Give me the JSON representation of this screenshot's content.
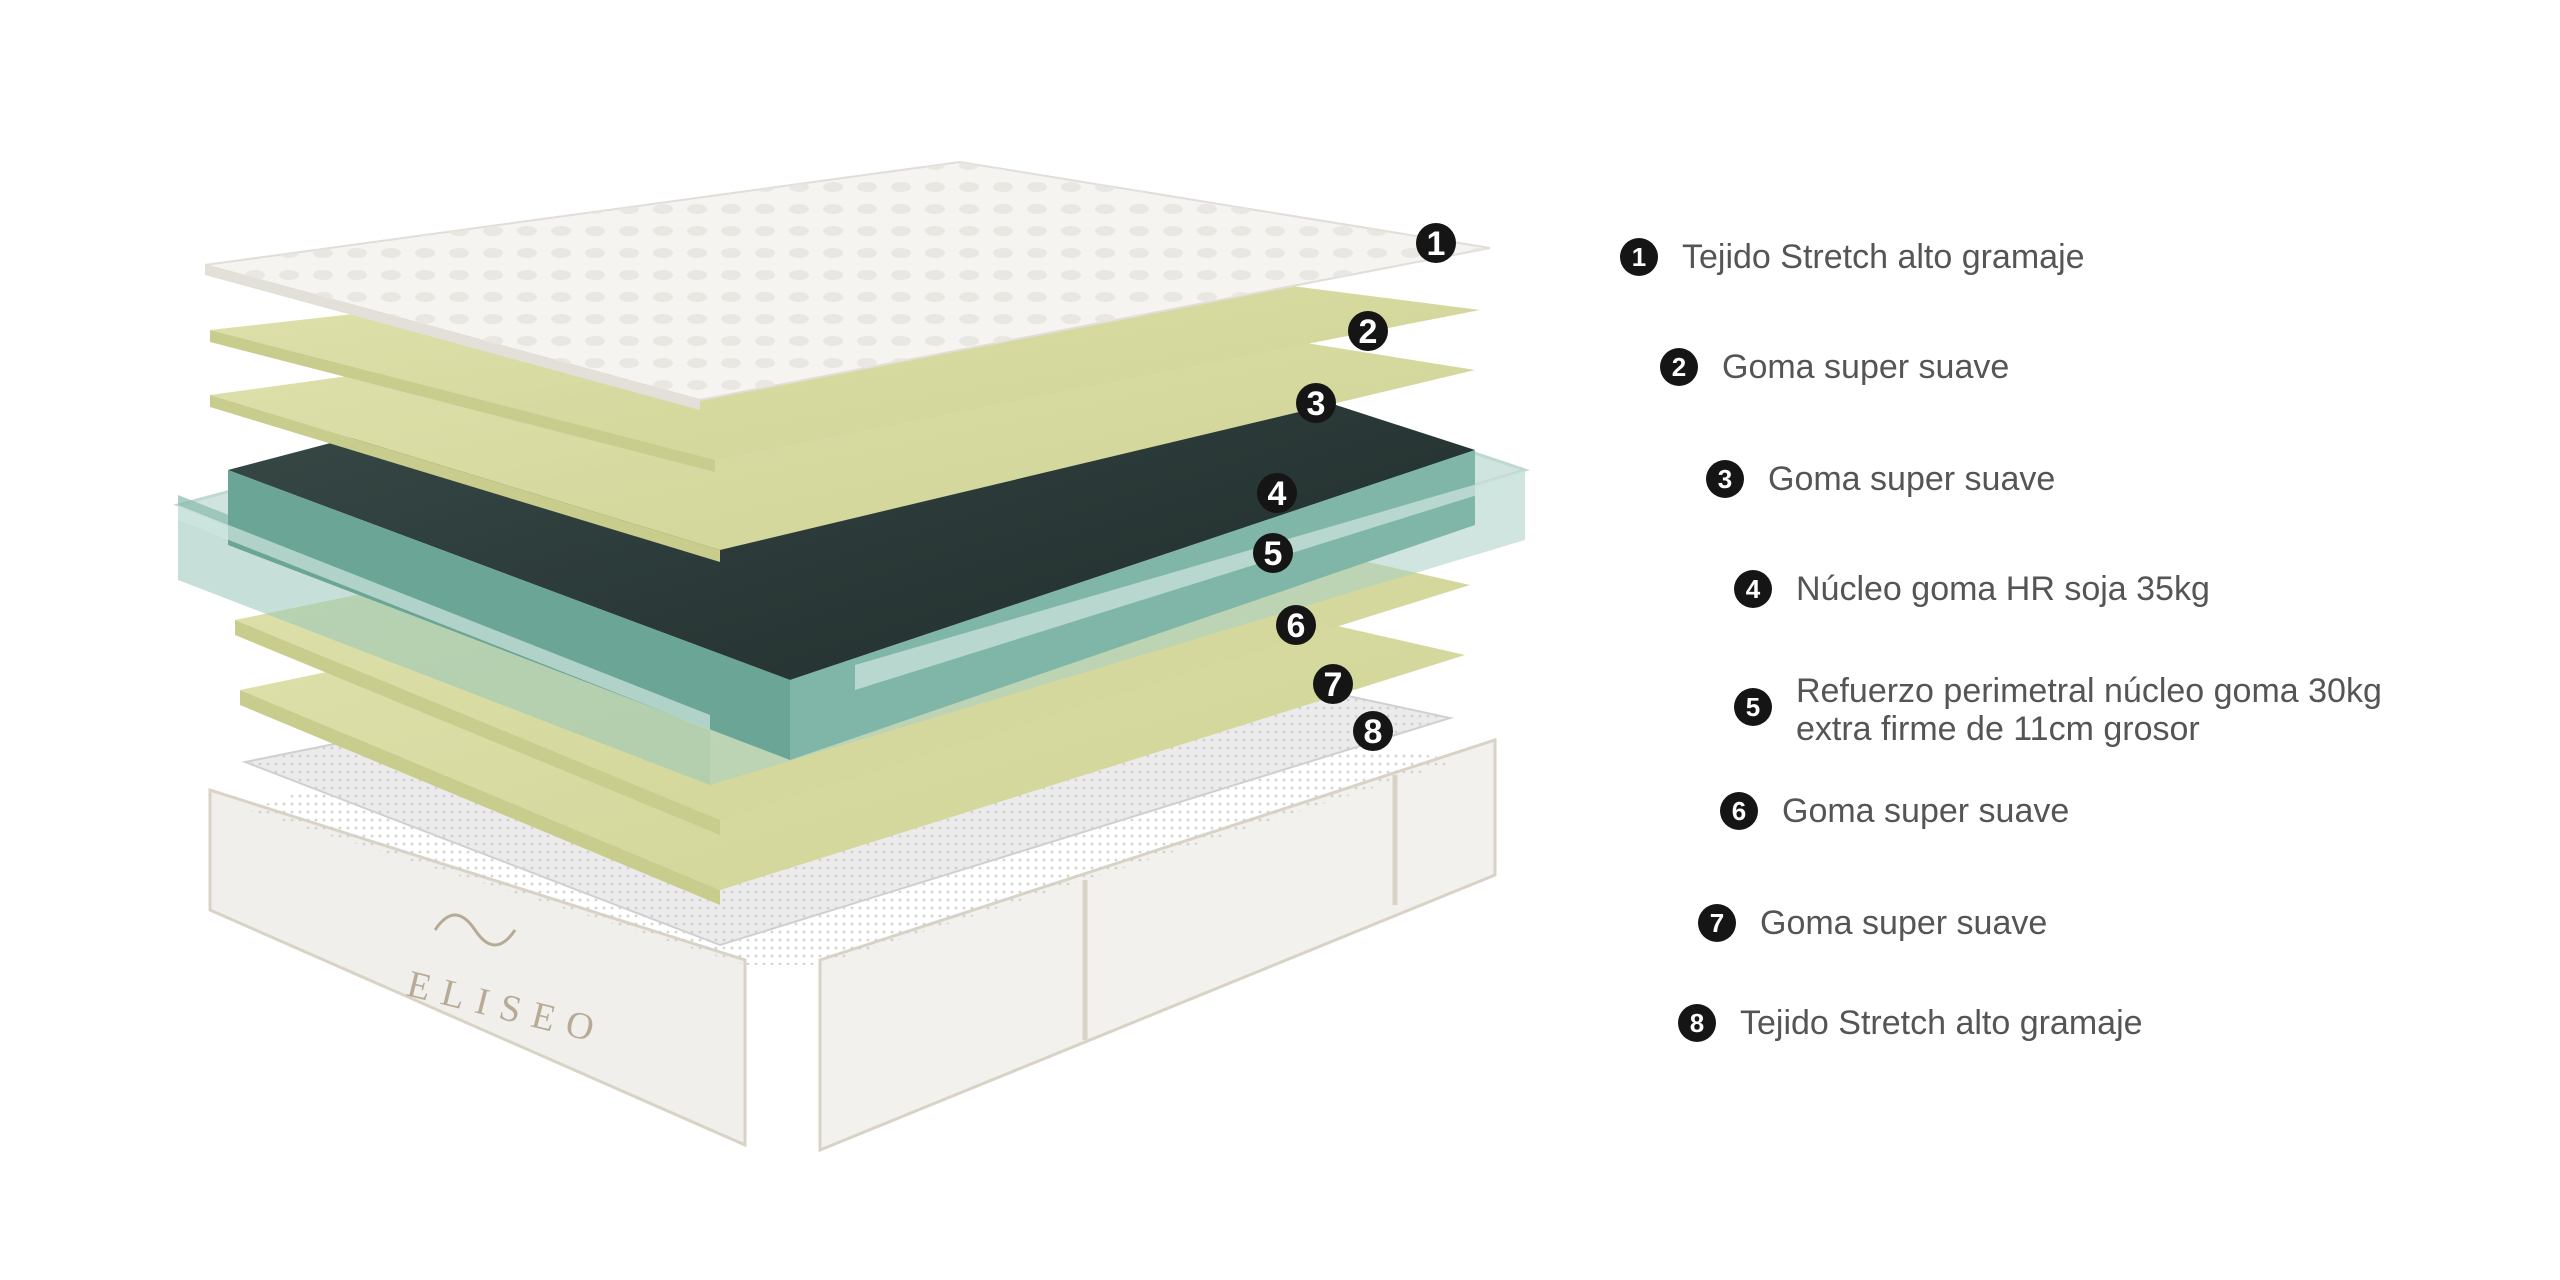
{
  "brand": {
    "logo_text": "ELISEO"
  },
  "colors": {
    "cover": "#f4f3ef",
    "foam": "#d9dca4",
    "core": "#2d3d3b",
    "perimeter": "#7ab6a8",
    "badge": "#151515",
    "label_text": "#555555"
  },
  "markers": [
    {
      "number": "1"
    },
    {
      "number": "2"
    },
    {
      "number": "3"
    },
    {
      "number": "4"
    },
    {
      "number": "5"
    },
    {
      "number": "6"
    },
    {
      "number": "7"
    },
    {
      "number": "8"
    }
  ],
  "legend": [
    {
      "number": "1",
      "line1": "Tejido Stretch alto gramaje",
      "line2": ""
    },
    {
      "number": "2",
      "line1": "Goma super suave",
      "line2": ""
    },
    {
      "number": "3",
      "line1": "Goma super suave",
      "line2": ""
    },
    {
      "number": "4",
      "line1": "Núcleo goma HR soja 35kg",
      "line2": ""
    },
    {
      "number": "5",
      "line1": "Refuerzo perimetral núcleo goma 30kg",
      "line2": "extra firme  de 11cm grosor"
    },
    {
      "number": "6",
      "line1": "Goma super suave",
      "line2": ""
    },
    {
      "number": "7",
      "line1": "Goma super suave",
      "line2": ""
    },
    {
      "number": "8",
      "line1": "Tejido Stretch alto gramaje",
      "line2": ""
    }
  ]
}
